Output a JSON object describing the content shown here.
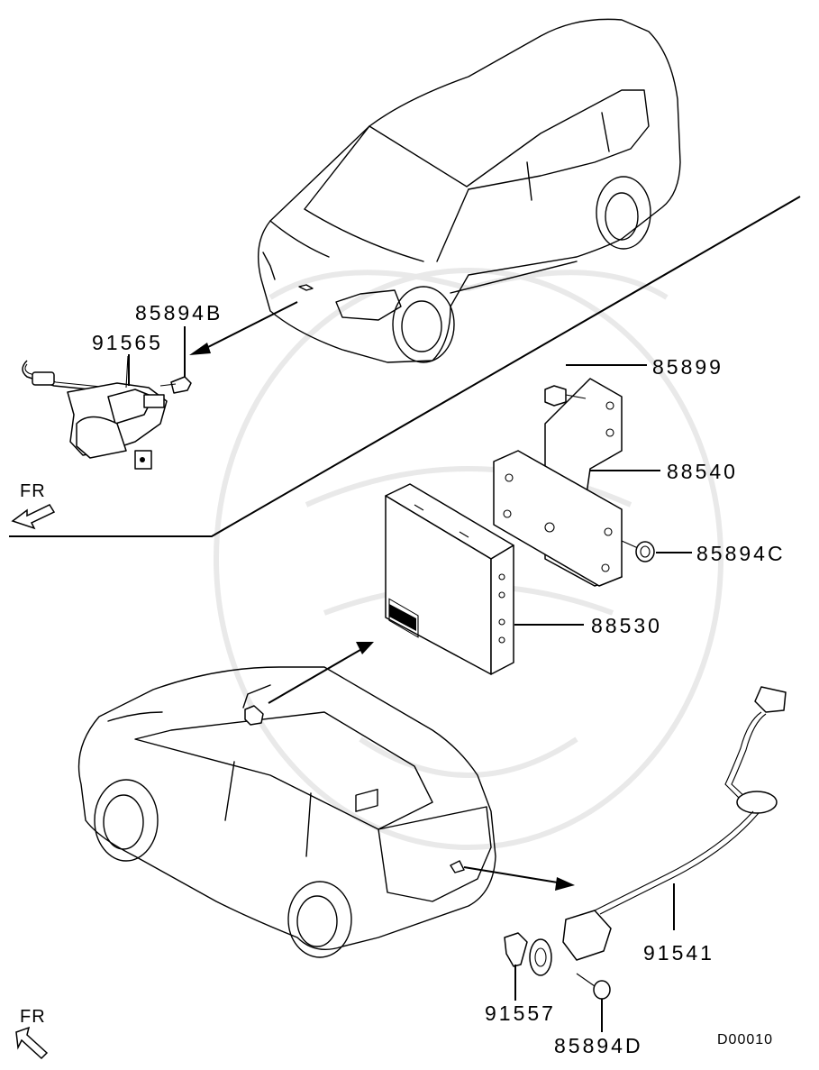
{
  "labels": {
    "p85894b": "85894B",
    "p91565": "91565",
    "p85899": "85899",
    "p88540": "88540",
    "p85894c": "85894C",
    "p88530": "88530",
    "p91541": "91541",
    "p91557": "91557",
    "p85894d": "85894D"
  },
  "direction_upper": "FR",
  "direction_lower": "FR",
  "diagram_code": "D00010"
}
